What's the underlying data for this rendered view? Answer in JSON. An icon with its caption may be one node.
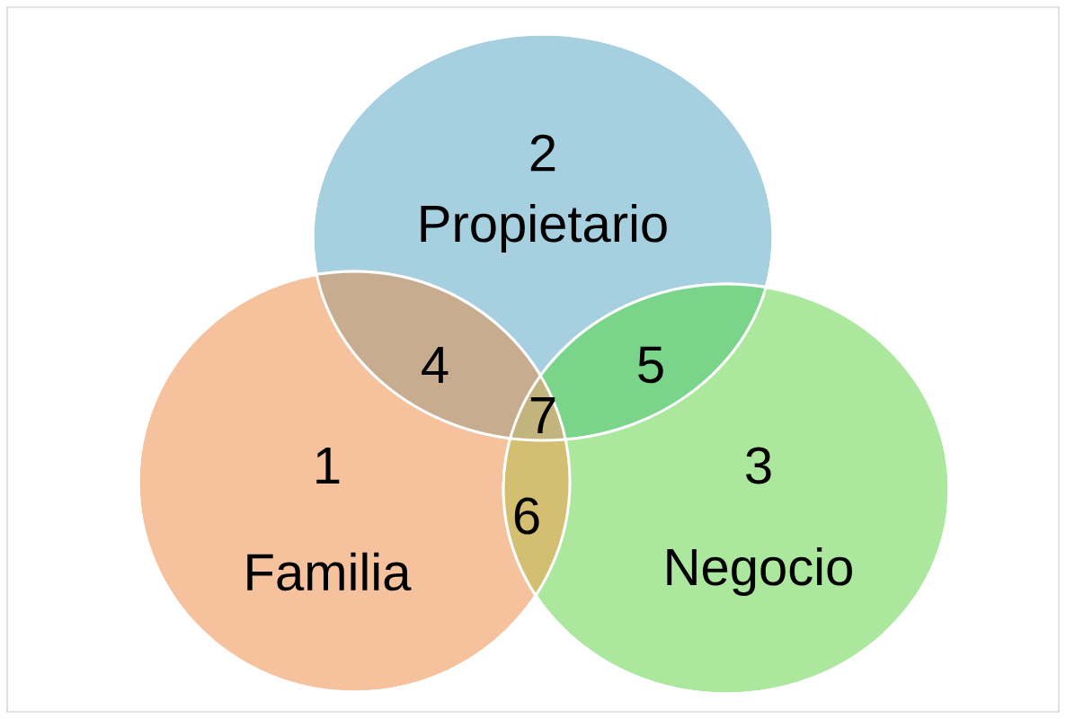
{
  "diagram": {
    "nodes": [
      {
        "text": [
          "2",
          "Propietario"
        ]
      },
      {
        "text": [
          "1",
          "Familia"
        ]
      },
      {
        "text": [
          "3",
          "Negocio"
        ]
      }
    ],
    "labels": [
      "4",
      "5",
      "7",
      "6"
    ]
  }
}
